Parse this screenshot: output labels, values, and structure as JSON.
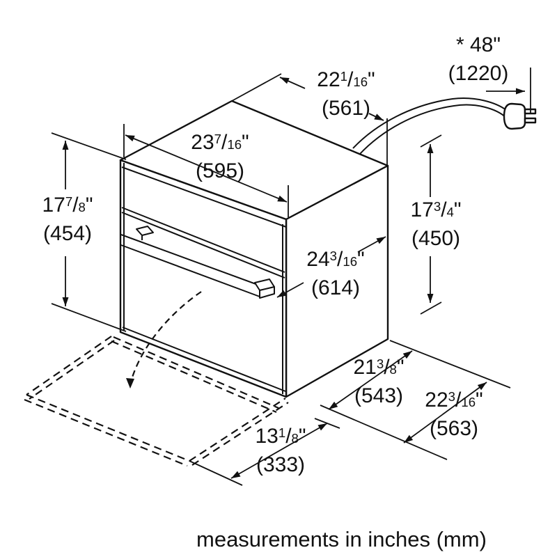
{
  "diagram": {
    "title_note": "measurements in inches (mm)",
    "colors": {
      "line": "#111111",
      "background": "#ffffff"
    },
    "dims": {
      "cord_length": {
        "pre": "* ",
        "w": "48",
        "n": "",
        "s": "",
        "d": "",
        "q": "\"",
        "mm": "(1220)"
      },
      "top_depth": {
        "pre": "",
        "w": "22",
        "n": "1",
        "s": "/",
        "d": "16",
        "q": "\"",
        "mm": "(561)"
      },
      "width": {
        "pre": "",
        "w": "23",
        "n": "7",
        "s": "/",
        "d": "16",
        "q": "\"",
        "mm": "(595)"
      },
      "front_height": {
        "pre": "",
        "w": "17",
        "n": "7",
        "s": "/",
        "d": "8",
        "q": "\"",
        "mm": "(454)"
      },
      "back_height": {
        "pre": "",
        "w": "17",
        "n": "3",
        "s": "/",
        "d": "4",
        "q": "\"",
        "mm": "(450)"
      },
      "depth_with_handle": {
        "pre": "",
        "w": "24",
        "n": "3",
        "s": "/",
        "d": "16",
        "q": "\"",
        "mm": "(614)"
      },
      "bottom_depth": {
        "pre": "",
        "w": "21",
        "n": "3",
        "s": "/",
        "d": "8",
        "q": "\"",
        "mm": "(543)"
      },
      "bottom_depth_door": {
        "pre": "",
        "w": "22",
        "n": "3",
        "s": "/",
        "d": "16",
        "q": "\"",
        "mm": "(563)"
      },
      "door_open_depth": {
        "pre": "",
        "w": "13",
        "n": "1",
        "s": "/",
        "d": "8",
        "q": "\"",
        "mm": "(333)"
      }
    }
  }
}
